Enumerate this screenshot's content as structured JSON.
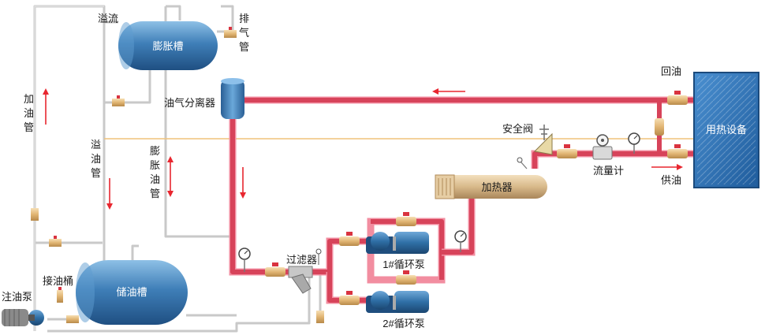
{
  "labels": {
    "expansion_tank": "膨胀槽",
    "overflow": "溢流",
    "vent_line": [
      "排",
      "气",
      "管"
    ],
    "fill_line": [
      "加",
      "油",
      "管"
    ],
    "overflow_line": [
      "溢",
      "油",
      "管"
    ],
    "expansion_line": [
      "膨",
      "胀",
      "油",
      "管"
    ],
    "separator": "油气分离器",
    "return_oil": "回油",
    "heat_equipment": "用热设备",
    "safety_valve": "安全阀",
    "flow_meter": "流量计",
    "supply_oil": "供油",
    "heater": "加热器",
    "filter": "过滤器",
    "pump1": "1#循环泵",
    "pump2": "2#循环泵",
    "storage_tank": "储油槽",
    "drain_bucket": "接油桶",
    "fill_pump": "注油泵"
  },
  "colors": {
    "hot_pipe": "#d7435a",
    "hot_pipe_light": "#f28da0",
    "cold_pipe": "#c9c9c9",
    "vent_pipe": "#f0c27a",
    "tank_blue": "#3f7fb8",
    "pump_blue": "#2f6fa6",
    "heater_tan": "#d8b98a",
    "valve_brass": "#e9c58b",
    "valve_handle": "#d9333f",
    "flow_arrow": "#e8262f",
    "equipment_blue": "#2d6fb3"
  }
}
